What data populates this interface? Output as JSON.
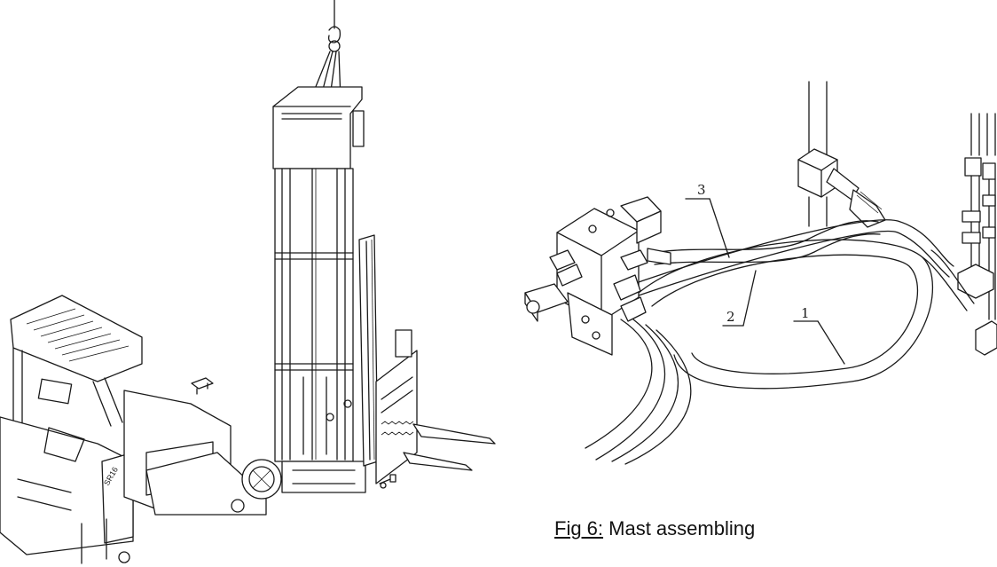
{
  "caption": {
    "prefix": "Fig 6:",
    "text": " Mast assembling"
  },
  "callouts": [
    {
      "id": "1",
      "label": "1"
    },
    {
      "id": "2",
      "label": "2"
    },
    {
      "id": "3",
      "label": "3"
    }
  ],
  "truck_badge": "SR16",
  "colors": {
    "line": "#1a1a1a",
    "background": "#ffffff"
  }
}
